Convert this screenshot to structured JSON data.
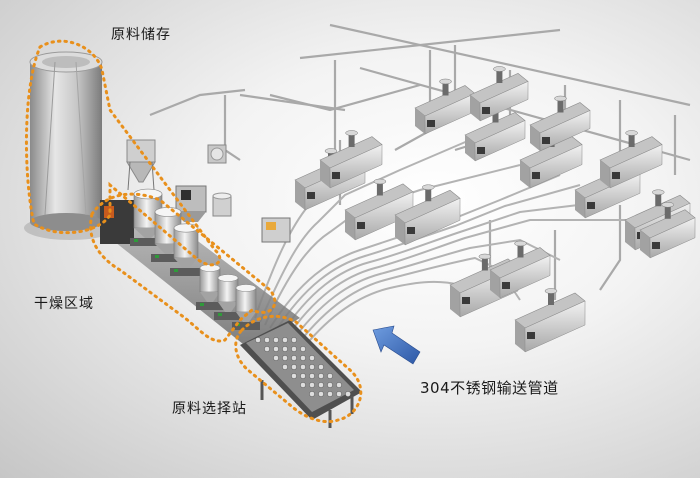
{
  "labels": {
    "storage": "原料储存",
    "drying": "干燥区域",
    "selection": "原料选择站",
    "pipeline": "304不锈钢输送管道"
  },
  "colors": {
    "outline": "#e8901c",
    "arrow": "#3f6fbf",
    "pipe": "#a9a9a9",
    "machine_body": "#d9d9d9"
  },
  "elements": {
    "silo": "raw-material-silo",
    "dryers": "drying-hoppers",
    "selection_station": "material-selection-manifold",
    "machines": "injection-molding-machines",
    "arrow": "pointer-arrow"
  }
}
